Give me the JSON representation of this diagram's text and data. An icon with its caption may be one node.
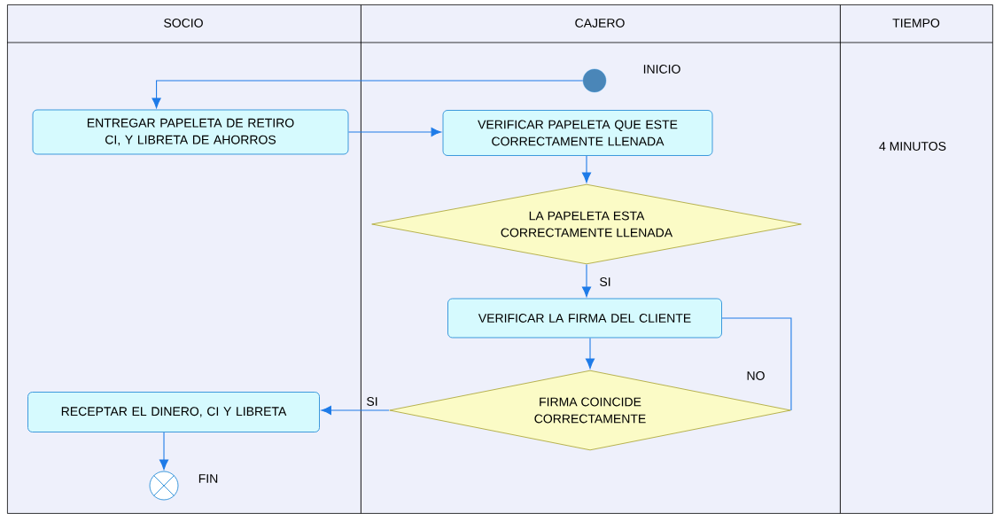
{
  "diagram": {
    "nodes": [
      {
        "text": [
          "SOCIO"
        ]
      },
      {
        "text": [
          "CAJERO"
        ]
      },
      {
        "text": [
          "TIEMPO",
          "4 MINUTOS"
        ]
      },
      {
        "text": [],
        "shape": "circle",
        "beside": [
          "INICIO"
        ],
        "in": 1
      },
      {
        "text": [
          "ENTREGAR PAPELETA DE RETIRO CI, Y LIBRETA DE AHORROS"
        ],
        "in": 0
      },
      {
        "text": [
          "VERIFICAR PAPELETA QUE ESTE CORRECTAMENTE LLENADA"
        ],
        "in": 1
      },
      {
        "text": [
          "LA PAPELETA ESTA CORRECTAMENTE LLENADA"
        ],
        "in": 1
      },
      {
        "text": [
          "VERIFICAR LA FIRMA DEL CLIENTE"
        ],
        "in": 1
      },
      {
        "text": [
          "FIRMA COINCIDE CORRECTAMENTE"
        ],
        "in": 1
      },
      {
        "text": [
          "RECEPTAR EL DINERO, CI Y LIBRETA"
        ],
        "in": 0
      },
      {
        "text": [],
        "shape": "circle",
        "beside": [
          "FIN"
        ],
        "in": 0
      }
    ],
    "edges": [
      {
        "from": 3,
        "to": 4,
        "arrow": "to"
      },
      {
        "from": 4,
        "to": 5,
        "arrow": "to"
      },
      {
        "from": 5,
        "to": 6,
        "arrow": "to"
      },
      {
        "from": 6,
        "to": 7,
        "arrow": "to",
        "label": "SI"
      },
      {
        "from": 7,
        "to": 8,
        "arrow": "to"
      },
      {
        "from": 8,
        "to": 7,
        "arrow": "none",
        "label": "NO"
      },
      {
        "from": 8,
        "to": 9,
        "arrow": "to",
        "label": "SI"
      },
      {
        "from": 9,
        "to": 10,
        "arrow": "to"
      }
    ]
  }
}
